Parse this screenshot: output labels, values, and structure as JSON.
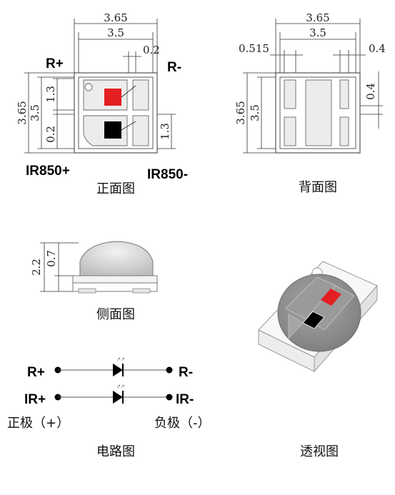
{
  "front": {
    "dim_total_w": "3.65",
    "dim_inner_w": "3.5",
    "dim_gap_top": "0.2",
    "dim_total_h": "3.65",
    "dim_inner_h": "3.5",
    "dim_pad_h_top": "1.3",
    "dim_gap_left": "0.2",
    "dim_pad_h_right": "1.3",
    "label_r_plus": "R+",
    "label_r_minus": "R-",
    "label_ir_plus": "IR850+",
    "label_ir_minus": "IR850-",
    "caption": "正面图"
  },
  "back": {
    "dim_total_w": "3.65",
    "dim_inner_w": "3.5",
    "dim_left": "0.515",
    "dim_right": "0.4",
    "dim_right_v": "0.4",
    "dim_total_h": "3.65",
    "dim_inner_h": "3.5",
    "caption": "背面图"
  },
  "side": {
    "dim_total_h": "2.2",
    "dim_dome_h": "0.7",
    "caption": "侧面图"
  },
  "circuit": {
    "r_plus": "R+",
    "r_minus": "R-",
    "ir_plus": "IR+",
    "ir_minus": "IR-",
    "anode": "正极（+）",
    "cathode": "负极（-）",
    "caption": "电路图"
  },
  "perspective": {
    "caption": "透视图"
  },
  "colors": {
    "red_chip": "#e41f22",
    "ir_chip": "#000000",
    "lens_gray": "#8c8c8c"
  }
}
